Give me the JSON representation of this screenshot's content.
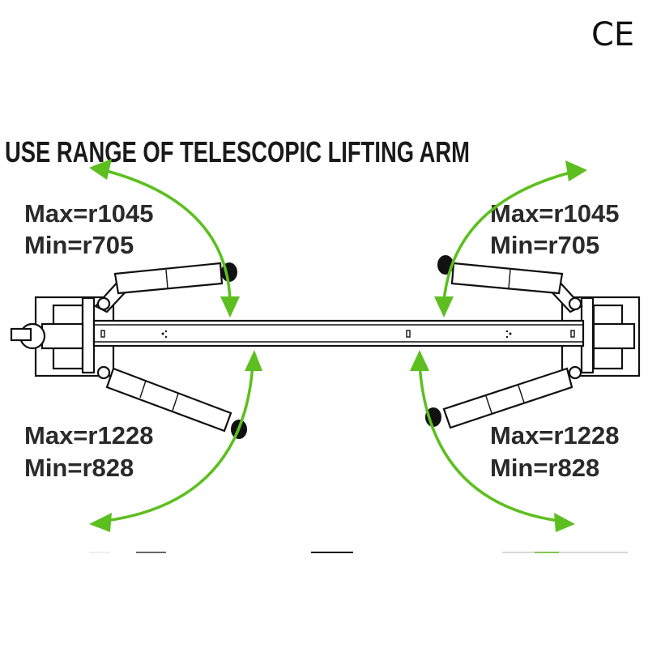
{
  "mark": "CE",
  "title": "USE RANGE OF TELESCOPIC LIFTING ARM",
  "ranges": {
    "upper_left": {
      "max": "Max=r1045",
      "min": "Min=r705"
    },
    "upper_right": {
      "max": "Max=r1045",
      "min": "Min=r705"
    },
    "lower_left": {
      "max": "Max=r1228",
      "min": "Min=r828"
    },
    "lower_right": {
      "max": "Max=r1228",
      "min": "Min=r828"
    }
  },
  "colors": {
    "arrow": "#5cbf1f",
    "line": "#111111"
  }
}
